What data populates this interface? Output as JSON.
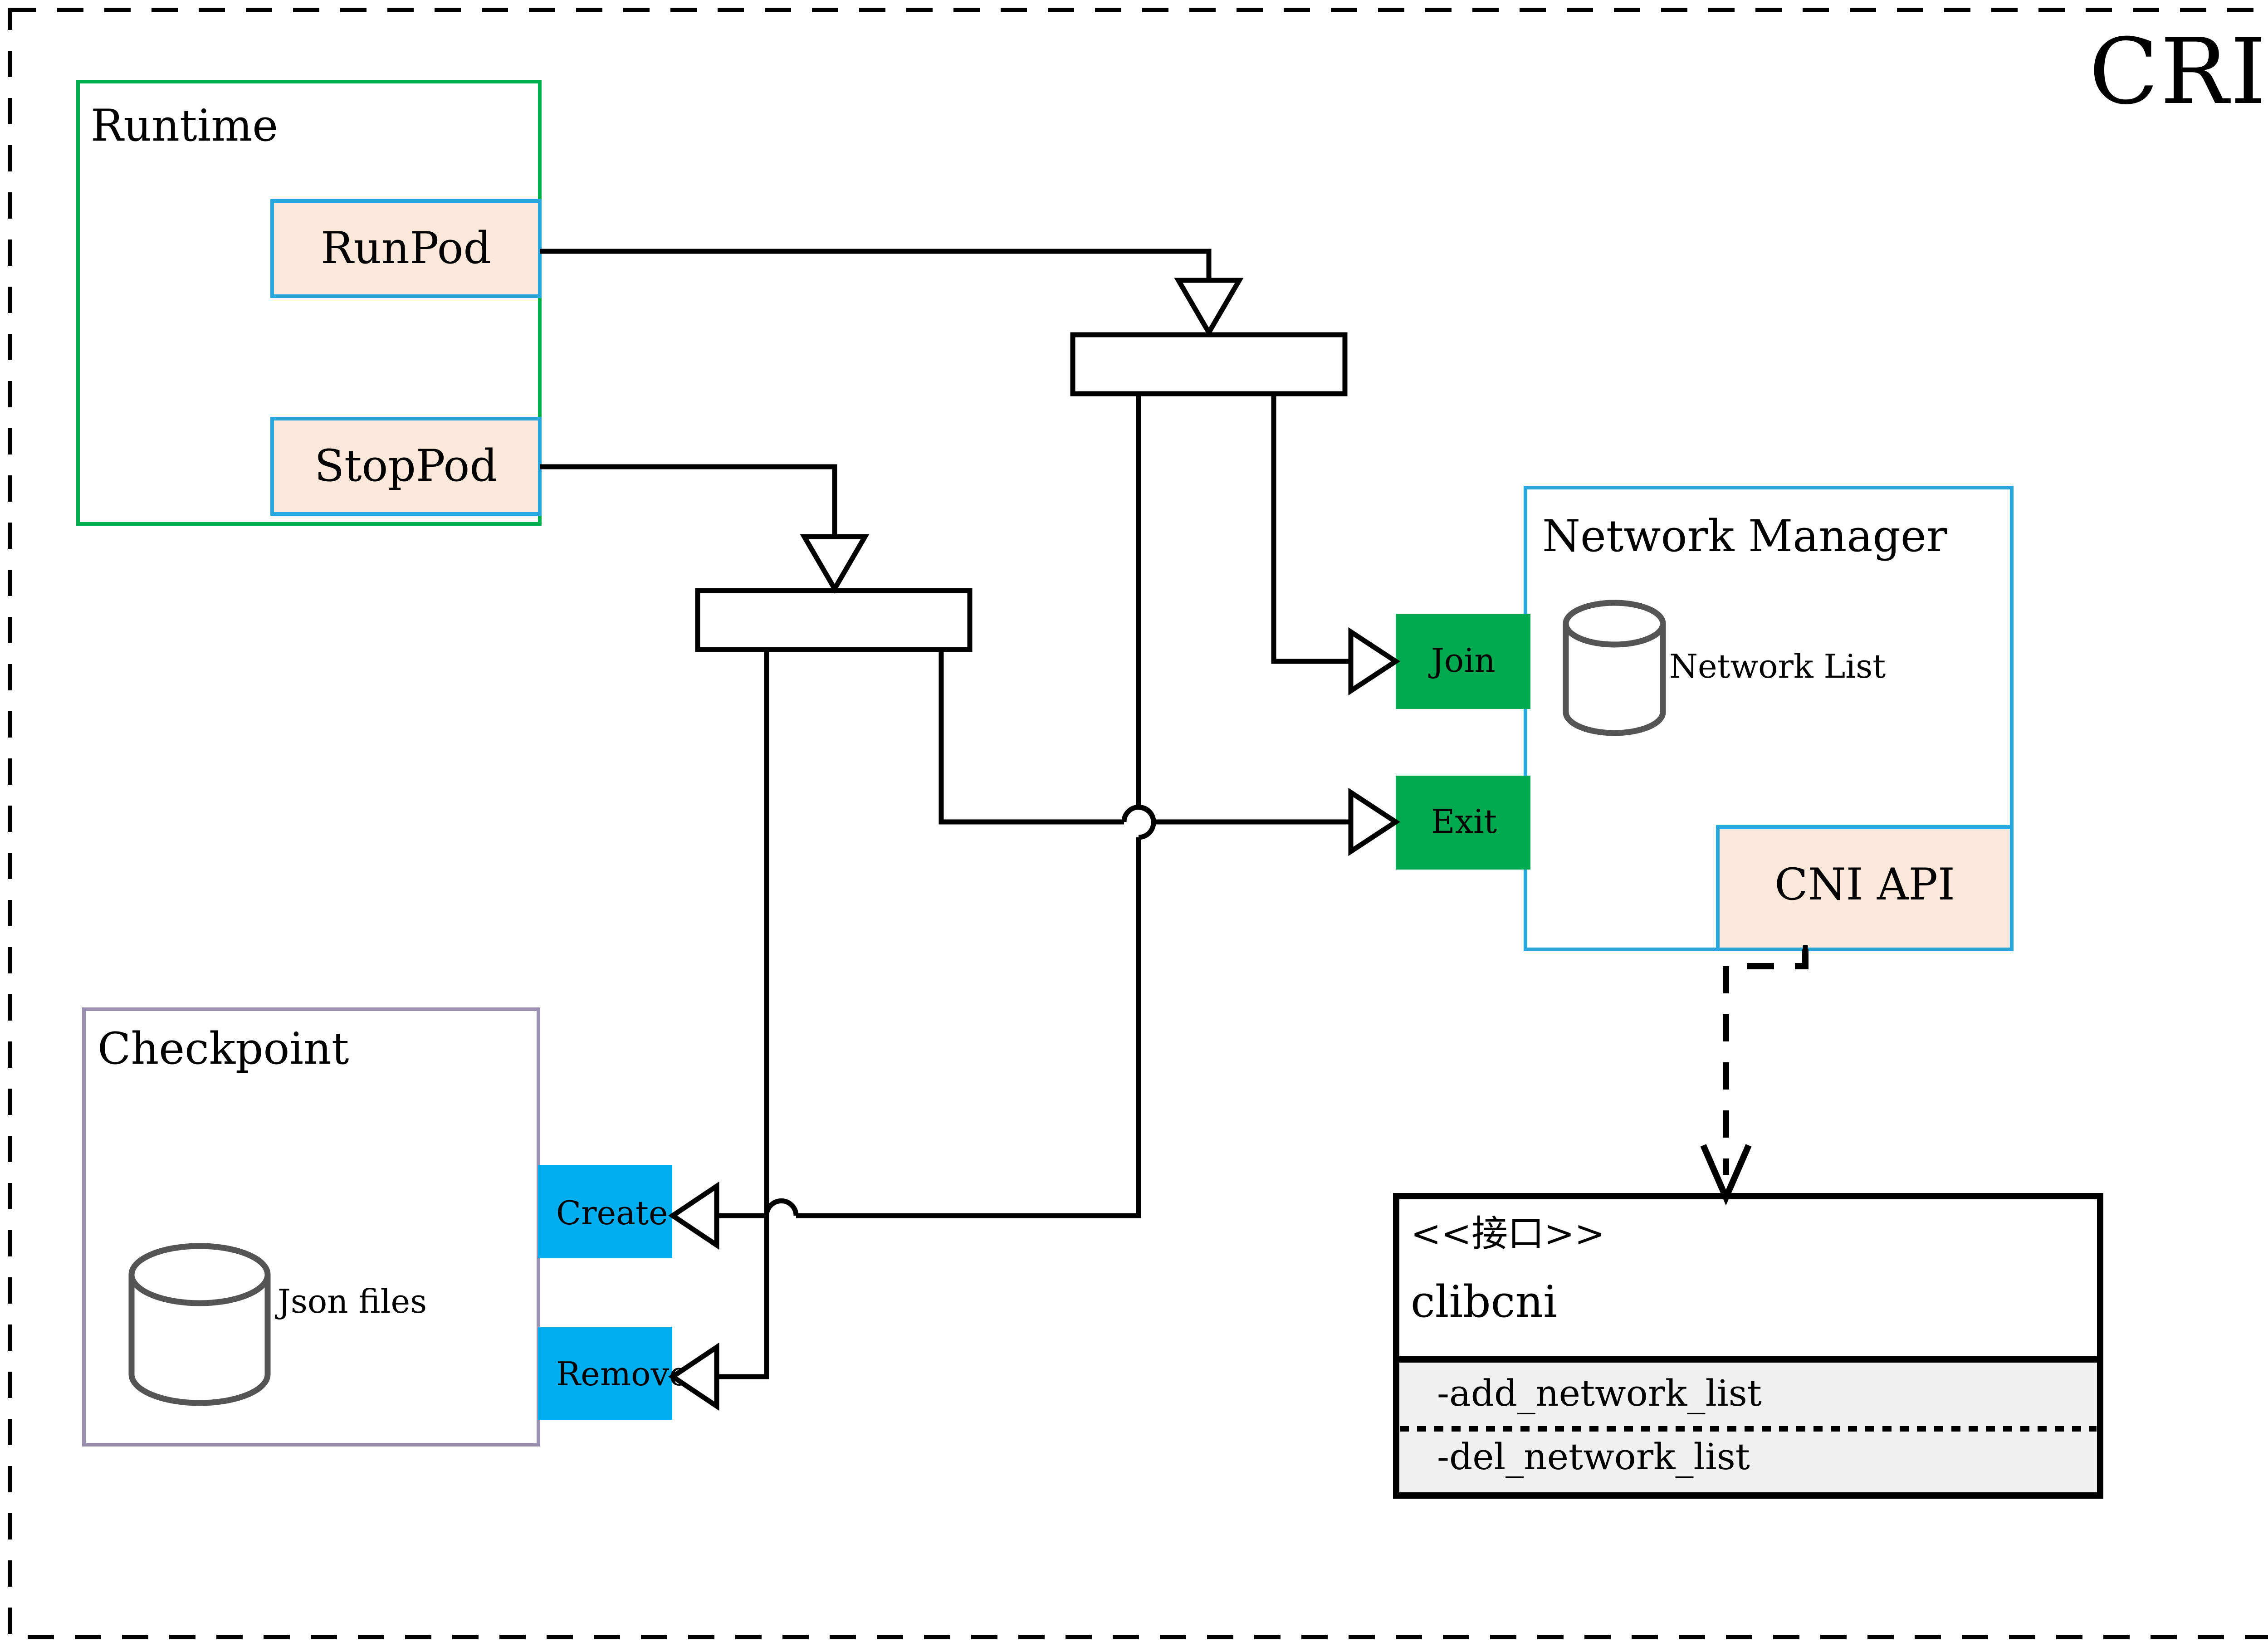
{
  "diagram": {
    "title": "CRI",
    "title_color": "#8a6508",
    "outer_border_style": "dashed",
    "colors": {
      "runtime_border": "#00b050",
      "peach_fill": "#fce8da",
      "blue_border": "#29a8e0",
      "green_fill": "#00a94f",
      "cyan_fill": "#00adee",
      "checkpoint_border": "#9b8fb0",
      "interface_header_fill": "#ffffff",
      "interface_body_fill": "#f0f0f0",
      "line": "#000000",
      "cylinder": "#555555"
    },
    "packages": [
      {
        "id": "runtime",
        "title": "Runtime",
        "nodes": [
          {
            "id": "runpod",
            "label": "RunPod"
          },
          {
            "id": "stoppod",
            "label": "StopPod"
          }
        ]
      },
      {
        "id": "checkpoint",
        "title": "Checkpoint",
        "store_label": "Json files",
        "nodes": [
          {
            "id": "create",
            "label": "Create"
          },
          {
            "id": "remove",
            "label": "Remove"
          }
        ]
      },
      {
        "id": "network_manager",
        "title": "Network Manager",
        "store_label": "Network List",
        "nodes": [
          {
            "id": "join",
            "label": "Join"
          },
          {
            "id": "exit",
            "label": "Exit"
          },
          {
            "id": "cni_api",
            "label": "CNI API"
          }
        ]
      }
    ],
    "interface": {
      "stereotype": "<<接口>>",
      "name": "clibcni",
      "methods": [
        "-add_network_list",
        "-del_network_list"
      ]
    },
    "forks": [
      {
        "id": "fork-upper",
        "label": ""
      },
      {
        "id": "fork-lower",
        "label": ""
      }
    ]
  }
}
